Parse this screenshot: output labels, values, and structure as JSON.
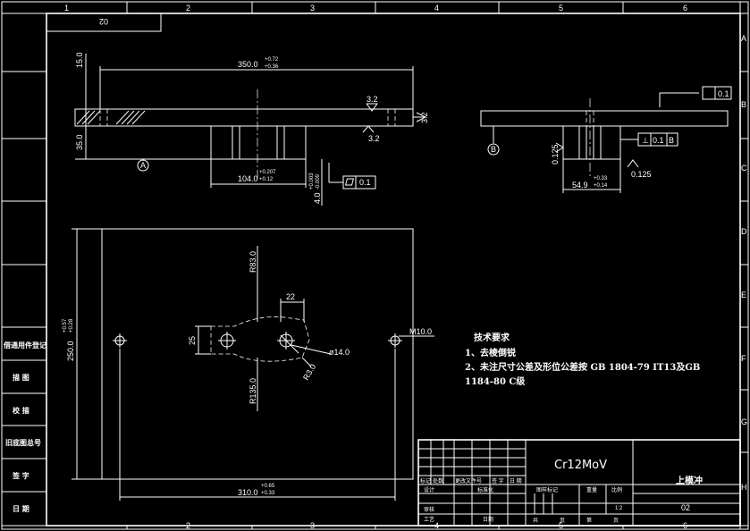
{
  "border": {
    "columns": [
      "1",
      "2",
      "3",
      "4",
      "5",
      "6"
    ],
    "rows": [
      "A",
      "B",
      "C",
      "D",
      "E",
      "F",
      "G",
      "H"
    ]
  },
  "drawing_code_box": "02",
  "top_view": {
    "dim_thickness": "15.0",
    "dim_length": "350.0",
    "dim_length_tol": "+0.72",
    "dim_length_tol2": "+0.36",
    "dim_height": "35.0",
    "dim_width": "104.0",
    "dim_width_tol": "+0.207",
    "dim_width_tol2": "+0.12",
    "dim_step": "4.0",
    "dim_step_tol": "+0.003",
    "dim_step_tol2": "-0.009",
    "roughness_1": "3.2",
    "roughness_2": "3.2",
    "roughness_3": "3.2",
    "datum": "A",
    "flatness_value": "0.1"
  },
  "side_view": {
    "datum": "B",
    "flatness_value": "0.1",
    "perp_value": "0.1",
    "perp_datum": "B",
    "roughness_left": "0.125",
    "roughness_right": "0.125",
    "dim_width": "54.9",
    "dim_width_tol": "+0.33",
    "dim_width_tol2": "+0.14"
  },
  "plan_view": {
    "dim_height": "250.0",
    "dim_height_tol": "+0.57",
    "dim_height_tol2": "+0.28",
    "dim_r83": "R83.0",
    "dim_22": "22",
    "dim_25": "25",
    "dim_m10": "M10.0",
    "dim_dia14": "ø14.0",
    "dim_r3": "R3.0",
    "dim_r135": "R135.0",
    "dim_width": "310.0",
    "dim_width_tol": "+0.65",
    "dim_width_tol2": "+0.33"
  },
  "notes": {
    "title": "技术要求",
    "line1": "1、去棱倒锐",
    "line2": "2、未注尺寸公差及形位公差按  GB 1804-79  IT13及GB",
    "line3": "1184-80  C级"
  },
  "left_strip": [
    "借通用件登记",
    "描  图",
    "校  描",
    "旧底图总号",
    "签  字",
    "日  期"
  ],
  "title_block": {
    "material": "Cr12MoV",
    "part_name": "上模冲",
    "drawing_no": "02",
    "scale": "1:2",
    "labels": {
      "mark": "标记",
      "count": "处数",
      "change_doc": "更改文件号",
      "sign": "签  字",
      "date": "日  期",
      "design": "设计",
      "std": "标准化",
      "stage": "图样标记",
      "weight": "重量",
      "ratio": "比例",
      "review": "审核",
      "process": "工艺",
      "date2": "日期",
      "total": "共",
      "pages": "页",
      "sheet": "第",
      "page": "页"
    }
  }
}
